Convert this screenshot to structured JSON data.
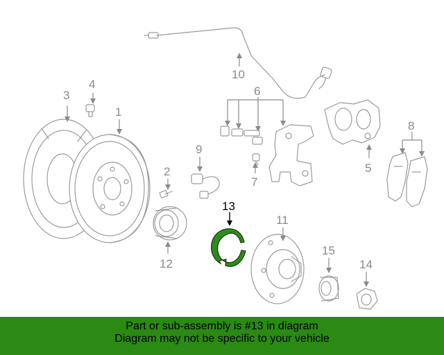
{
  "callouts": {
    "c1": "1",
    "c2": "2",
    "c3": "3",
    "c4": "4",
    "c5": "5",
    "c6": "6",
    "c7": "7",
    "c8": "8",
    "c9": "9",
    "c10": "10",
    "c11": "11",
    "c12": "12",
    "c13": "13",
    "c14": "14",
    "c15": "15"
  },
  "highlighted_part": "13",
  "banner": {
    "line1": "Part or sub-assembly is #13 in diagram",
    "line2": "Diagram may not be specific to your vehicle"
  },
  "colors": {
    "banner_bg": "#2a8a14",
    "highlight_fill": "#2e8b1e",
    "line_gray": "#9a9a9a"
  }
}
